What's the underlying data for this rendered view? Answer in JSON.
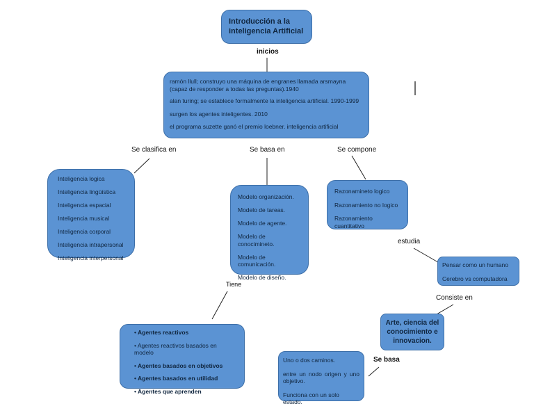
{
  "title_box": {
    "line1": "Introducción a la",
    "line2": "inteligencia Artificial"
  },
  "labels": {
    "inicios": "inicios",
    "clasifica": "Se clasifica en",
    "basa_en": "Se basa en",
    "compone": "Se compone",
    "estudia": "estudia",
    "tiene": "Tiene",
    "consiste": "Consiste en",
    "se_basa": "Se basa"
  },
  "inicios_box": {
    "items": [
      "ramón llull; construyo una máquina de engranes llamada arsmayna (capaz de responder a todas las preguntas).1940",
      "alan turing; se establece formalmente la inteligencia artificial. 1990-1999",
      "surgen los agentes inteligentes. 2010",
      "el programa suzette ganó el premio loebner. inteligencia artificial"
    ]
  },
  "clasifica_box": {
    "items": [
      "Inteligencia logica",
      "Inteligencia lingüística",
      "Inteligencia espacial",
      "Inteligencia musical",
      "Inteligencia corporal",
      "Inteligencia intrapersonal",
      "Inteligencia interpersonal"
    ]
  },
  "modelos_box": {
    "items": [
      "Modelo organización.",
      "Modelo de tareas.",
      "Modelo de agente.",
      "Modelo de conocimineto.",
      "Modelo de comunicación.",
      "Modelo de diseño."
    ]
  },
  "razonamiento_box": {
    "items": [
      "Razonamineto logico",
      "Razonamiento no logico",
      "Razonamiento cuantitativo"
    ]
  },
  "pensar_box": {
    "items": [
      "Pensar como un humano",
      "Cerebro vs computadora"
    ]
  },
  "agentes_box": {
    "items": [
      "Agentes reactivos",
      "Agentes reactivos basados en modelo",
      "Agentes basados en objetivos",
      "Agentes basados en utilidad",
      "Agentes que aprenden"
    ]
  },
  "arte_box": {
    "line1": "Arte, ciencia del",
    "line2": "conocimiento e",
    "line3": "innovacion."
  },
  "caminos_box": {
    "items": [
      "Uno o dos caminos.",
      "entre un nodo origen y uno objetivo.",
      "Funciona con un solo estado."
    ]
  },
  "colors": {
    "box_fill": "#5b93d3",
    "box_border": "#3d6fa8",
    "text": "#10263f"
  }
}
